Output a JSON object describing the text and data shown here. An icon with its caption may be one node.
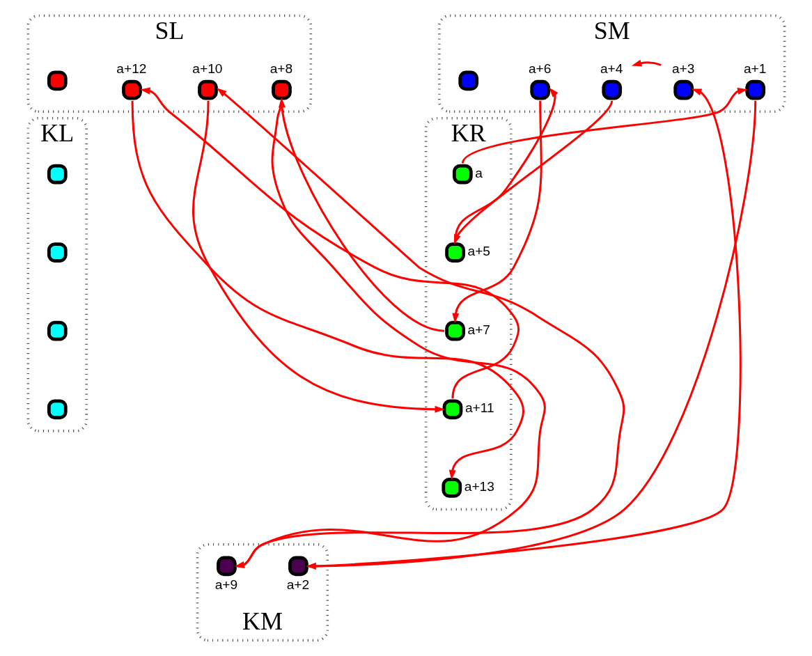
{
  "diagram": {
    "nodes": [
      {
        "text": [
          "SL"
        ]
      },
      {
        "text": [],
        "shape": "circle",
        "in": 0
      },
      {
        "text": [],
        "shape": "circle",
        "in": 0,
        "beside": [
          "a+12"
        ]
      },
      {
        "text": [],
        "shape": "circle",
        "in": 0,
        "beside": [
          "a+10"
        ]
      },
      {
        "text": [],
        "shape": "circle",
        "in": 0,
        "beside": [
          "a+8"
        ]
      },
      {
        "text": [
          "SM"
        ]
      },
      {
        "text": [],
        "shape": "circle",
        "in": 5
      },
      {
        "text": [],
        "shape": "circle",
        "in": 5,
        "beside": [
          "a+6"
        ]
      },
      {
        "text": [],
        "shape": "circle",
        "in": 5,
        "beside": [
          "a+4"
        ]
      },
      {
        "text": [],
        "shape": "circle",
        "in": 5,
        "beside": [
          "a+3"
        ]
      },
      {
        "text": [],
        "shape": "circle",
        "in": 5,
        "beside": [
          "a+1"
        ]
      },
      {
        "text": [
          "KL"
        ]
      },
      {
        "text": [],
        "shape": "circle",
        "in": 11
      },
      {
        "text": [],
        "shape": "circle",
        "in": 11
      },
      {
        "text": [],
        "shape": "circle",
        "in": 11
      },
      {
        "text": [],
        "shape": "circle",
        "in": 11
      },
      {
        "text": [
          "KR"
        ]
      },
      {
        "text": [],
        "shape": "circle",
        "in": 16,
        "beside": [
          "a"
        ]
      },
      {
        "text": [],
        "shape": "circle",
        "in": 16,
        "beside": [
          "a+5"
        ]
      },
      {
        "text": [],
        "shape": "circle",
        "in": 16,
        "beside": [
          "a+7"
        ]
      },
      {
        "text": [],
        "shape": "circle",
        "in": 16,
        "beside": [
          "a+11"
        ]
      },
      {
        "text": [],
        "shape": "circle",
        "in": 16,
        "beside": [
          "a+13"
        ]
      },
      {
        "text": [
          "KM"
        ]
      },
      {
        "text": [],
        "shape": "circle",
        "in": 22,
        "beside": [
          "a+9"
        ]
      },
      {
        "text": [],
        "shape": "circle",
        "in": 22,
        "beside": [
          "a+2"
        ]
      }
    ],
    "edges": [
      {
        "from": 17,
        "to": 10,
        "arrow": "to"
      },
      {
        "from": 10,
        "to": 24,
        "arrow": "to"
      },
      {
        "from": 24,
        "to": 9,
        "arrow": "to"
      },
      {
        "from": 9,
        "to": 8,
        "arrow": "to"
      },
      {
        "from": 8,
        "to": 18,
        "arrow": "to"
      },
      {
        "from": 18,
        "to": 7,
        "arrow": "to"
      },
      {
        "from": 7,
        "to": 19,
        "arrow": "to"
      },
      {
        "from": 19,
        "to": 4,
        "arrow": "to"
      },
      {
        "from": 4,
        "to": 23,
        "arrow": "to"
      },
      {
        "from": 23,
        "to": 3,
        "arrow": "to"
      },
      {
        "from": 3,
        "to": 20,
        "arrow": "to"
      },
      {
        "from": 20,
        "to": 2,
        "arrow": "to"
      },
      {
        "from": 2,
        "to": 21,
        "arrow": "to"
      }
    ]
  }
}
